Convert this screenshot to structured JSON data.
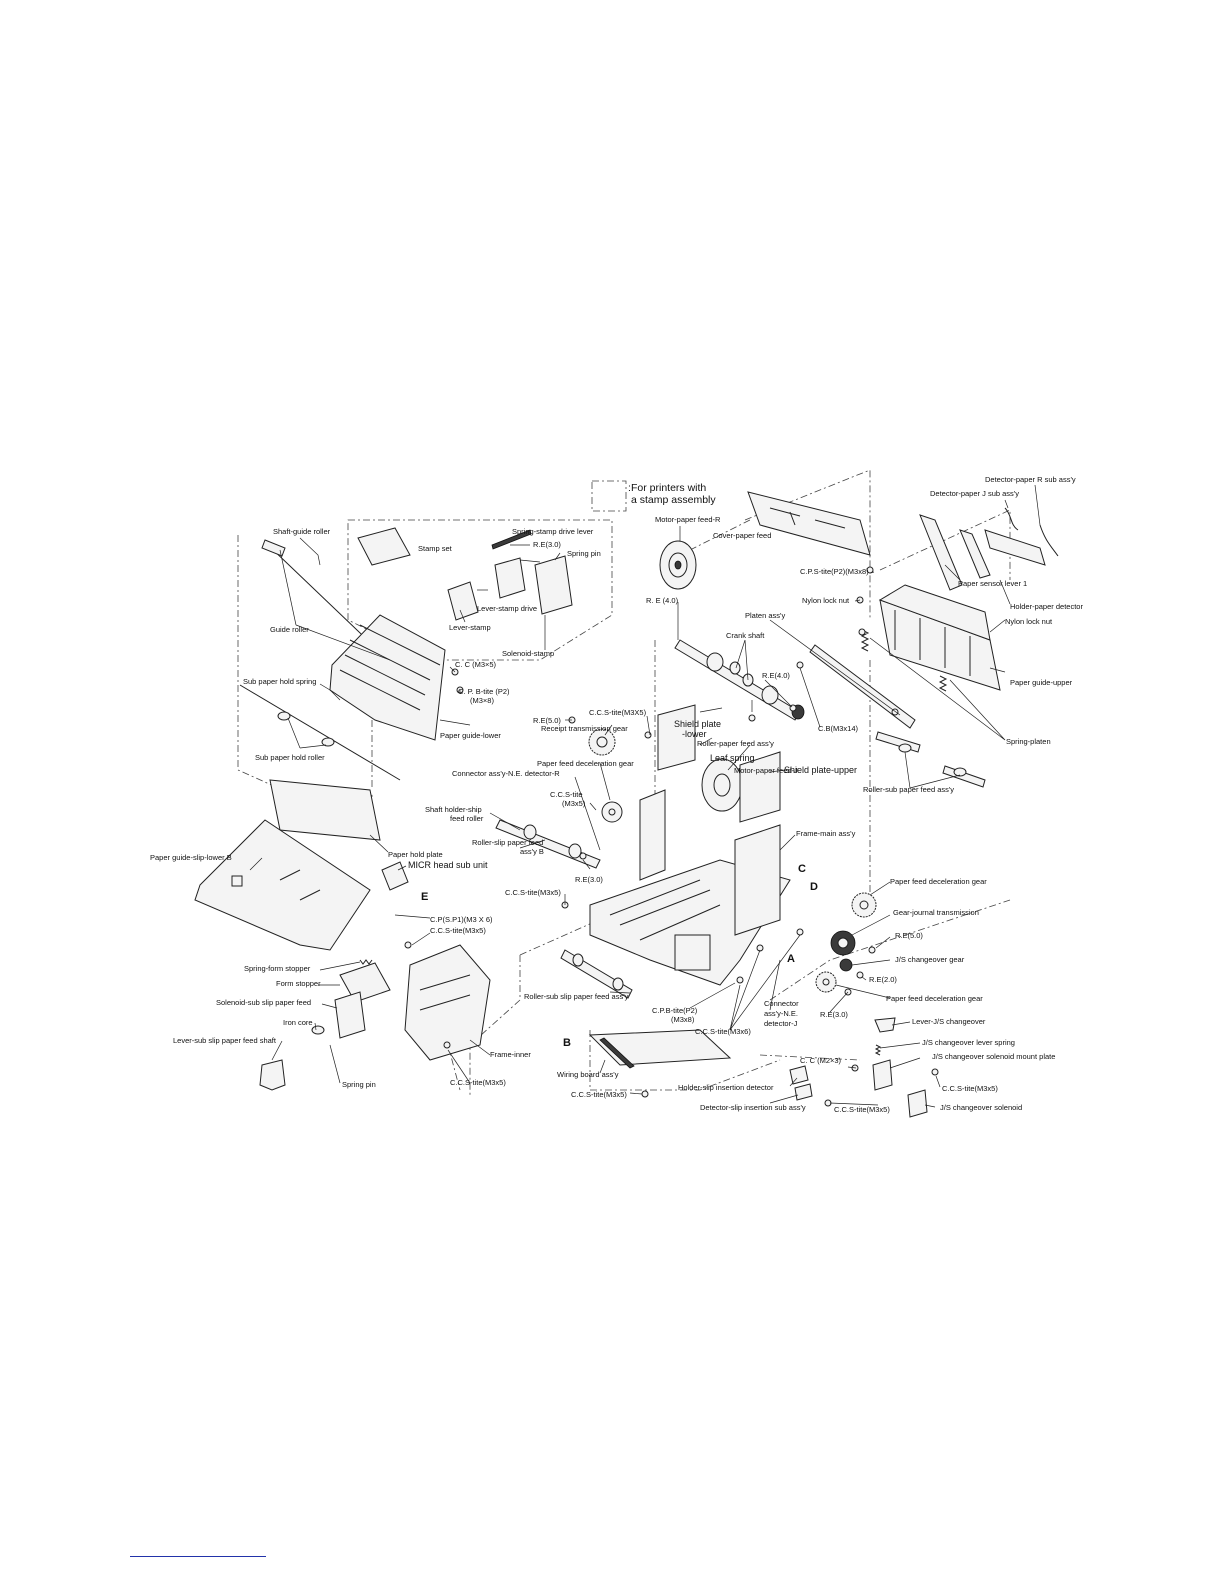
{
  "legend": {
    "line1": "For printers with",
    "line2": "a stamp assembly"
  },
  "labels": {
    "detector_paper_r": "Detector-paper R sub ass'y",
    "detector_paper_j": "Detector-paper J sub ass'y",
    "motor_paper_feed_r": "Motor-paper feed-R",
    "cover_paper_feed": "Cover-paper feed",
    "shaft_guide_roller": "Shaft-guide roller",
    "spring_stamp_drive_lever": "Spring-stamp drive lever",
    "stamp_set": "Stamp set",
    "re_3_0_top": "R.E(3.0)",
    "spring_pin_top": "Spring pin",
    "cps_tite_p2": "C.P.S-tite(P2)(M3x8)",
    "paper_sensor_lever": "Paper sensor lever 1",
    "holder_paper_detector": "Holder-paper detector",
    "nylon_lock_nut_1": "Nylon lock nut",
    "nylon_lock_nut_2": "Nylon lock nut",
    "lever_stamp_drive": "Lever-stamp drive",
    "guide_roller": "Guide roller",
    "lever_stamp": "Lever-stamp",
    "re_4_0_left": "R. E (4.0)",
    "platen_assy": "Platen ass'y",
    "crank_shaft": "Crank shaft",
    "solenoid_stamp": "Solenoid-stamp",
    "cc_m3x5": "C. C (M3×5)",
    "re_4_0_right": "R.E(4.0)",
    "paper_guide_upper": "Paper guide-upper",
    "sub_paper_hold_spring": "Sub paper hold spring",
    "cpb_tite_p2_m3x8": "C. P. B-tite (P2)",
    "cpb_tite_p2_m3x8_b": "(M3×8)",
    "ccs_tite_m3x5_top": "C.C.S-tite(M3X5)",
    "receipt_transmission_gear": "Receipt transmission gear",
    "shield_plate_lower": "Shield plate",
    "shield_plate_lower_b": "-lower",
    "roller_paper_feed_assy": "Roller-paper feed ass'y",
    "cb_m3x14": "C.B(M3x14)",
    "paper_guide_lower": "Paper guide-lower",
    "re_5_0_left": "R.E(5.0)",
    "leaf_spring": "Leaf spring",
    "motor_paper_feed_j": "Motor-paper feed-J",
    "spring_platen": "Spring-platen",
    "sub_paper_hold_roller": "Sub paper hold roller",
    "paper_feed_decel_gear_top": "Paper feed deceleration gear",
    "connector_ne_detector_r": "Connector ass'y-N.E. detector-R",
    "shield_plate_upper": "Shield plate-upper",
    "roller_sub_paper_feed_b": "Roller-sub paper feed ass'y",
    "ccs_tite_m3x5_mid": "C.C.S-tite",
    "ccs_tite_m3x5_mid_b": "(M3x5)",
    "shaft_holder_ship": "Shaft holder-ship",
    "shaft_holder_ship_b": "feed roller",
    "frame_main_assy": "Frame-main ass'y",
    "roller_slip_paper_feed": "Roller-slip paper feed",
    "roller_slip_paper_feed_b": "ass'y B",
    "paper_hold_plate": "Paper hold plate",
    "micr_head_sub_unit": "MICR head sub unit",
    "paper_guide_slip_lower": "Paper guide-slip-lower B",
    "re_3_0_mid": "R.E(3.0)",
    "paper_feed_decel_gear_r1": "Paper feed deceleration gear",
    "ccs_tite_m3x5_c": "C.C.S-tite(M3x5)",
    "cp_sp1_m3x6": "C.P(S.P1)(M3 X 6)",
    "ccs_tite_m3x5_d": "C.C.S-tite(M3x5)",
    "gear_journal_transmission": "Gear-journal transmission",
    "re_5_0_right": "R.E(5.0)",
    "js_changeover_gear": "J/S changeover gear",
    "spring_form_stopper": "Spring-form stopper",
    "form_stopper": "Form stopper",
    "re_2_0": "R.E(2.0)",
    "roller_sub_slip_paper_feed": "Roller-sub slip paper feed ass'y",
    "paper_feed_decel_gear_r2": "Paper feed deceleration gear",
    "solenoid_sub_slip": "Solenoid-sub slip paper feed",
    "cpb_tite_p2_b": "C.P.B-tite(P2)",
    "cpb_tite_p2_b2": "(M3x8)",
    "connector_ne_detector_j": "Connector",
    "connector_ne_detector_j_b": "ass'y-N.E.",
    "connector_ne_detector_j_c": "detector-J",
    "re_3_0_right": "R.E(3.0)",
    "iron_core": "Iron core",
    "lever_js_changeover": "Lever-J/S changeover",
    "lever_sub_slip_shaft": "Lever-sub slip paper feed shaft",
    "ccs_tite_m3x6": "C.C.S-tite(M3x6)",
    "js_changeover_lever_spring": "J/S changeover lever spring",
    "frame_inner": "Frame-inner",
    "cc_m2x3": "C. C (M2×3)",
    "js_changeover_solenoid_mount": "J/S changeover solenoid mount plate",
    "wiring_board_assy": "Wiring board ass'y",
    "spring_pin_bottom": "Spring pin",
    "ccs_tite_m3x5_bottom": "C.C.S-tite(M3x5)",
    "holder_slip_insertion_detector": "Holder-slip insertion detector",
    "ccs_tite_m3x5_r1": "C.C.S-tite(M3x5)",
    "ccs_tite_m3x5_bl": "C.C.S-tite(M3x5)",
    "detector_slip_insertion_sub": "Detector-slip insertion sub ass'y",
    "ccs_tite_m3x5_r2": "C.C.S-tite(M3x5)",
    "js_changeover_solenoid": "J/S changeover solenoid"
  },
  "callouts": {
    "a": "A",
    "b": "B",
    "c": "C",
    "d": "D",
    "e": "E"
  }
}
